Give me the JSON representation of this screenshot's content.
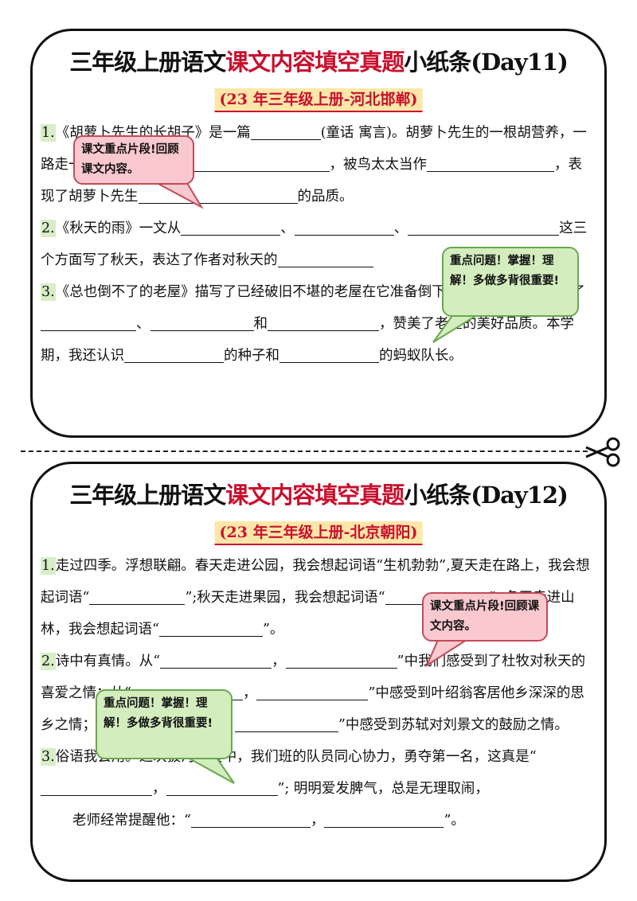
{
  "card1": {
    "title_prefix": "三年级上册语文",
    "title_highlight": "课文内容填空真题",
    "title_suffix": "小纸条(Day11)",
    "source": "(23 年三年级上册-河北邯郸)",
    "q1": {
      "num": "1.",
      "t1": "《胡萝卜先生的长胡子》是一篇",
      "t2": "(童话  寓言)。胡萝卜先生的一根胡",
      "t3": "营养，一路走一路长，被男孩当作",
      "t4": "，被鸟太太当作",
      "t5": "，表现了胡萝卜先生",
      "t6": "的品质。"
    },
    "q2": {
      "num": "2.",
      "t1": "《秋天的雨》一文从",
      "t2": "、",
      "t3": "、",
      "t4": "这三个方面写了秋天，表达了作者对秋天的"
    },
    "q3": {
      "num": "3.",
      "t1": "《总也倒不了的老屋》描写了已经破旧不堪的老屋在它准备倒下的时候，却热心帮助了",
      "t2": "、",
      "t3": "和",
      "t4": "，赞美了老屋的美好品质。本学期，我还认识",
      "t5": "的种子和",
      "t6": "的",
      "t7": "蚂蚁队长。"
    }
  },
  "card2": {
    "title_prefix": "三年级上册语文",
    "title_highlight": "课文内容填空真题",
    "title_suffix": "小纸条(Day12)",
    "source": "(23 年三年级上册-北京朝阳)",
    "q1": {
      "num": "1.",
      "t1": "走过四季。浮想联翩。春天走进公园，我会想起词语“生机勃勃”,夏天走在路上，我会想起词语“",
      "t2": "”;秋天走进果园，我会想起词语“",
      "t3": "”; 冬天走进山林，我会想起词语“",
      "t4": "”。"
    },
    "q2": {
      "num": "2.",
      "t1": "诗中有真情。从“",
      "t2": "，",
      "t3": "”中我们感受到了杜牧对秋天的喜爱之情；从“",
      "t4": "，",
      "t5": "”中感受到叶绍翁客居他乡深深的思乡之情；从“",
      "t6": "，",
      "t7": "”中感受到苏轼对刘景文的鼓励之情。"
    },
    "q3": {
      "num": "3.",
      "t1": "俗语我会用。这次拔河比赛中，我们班的队员同心协力，勇夺第一名，这真是“",
      "t2": "，",
      "t3": "”; 明明爱发脾气，总是无理取闹，",
      "t4": "老师经常提醒他：“",
      "t5": "，",
      "t6": "”。"
    }
  },
  "bubbles": {
    "b1": "课文重点片段!回顾课文内容。",
    "b2": "重点问题！掌握！理解！多做多背很重要!",
    "b3": "课文重点片段!回顾课文内容。",
    "b4": "重点问题！掌握！理解！多做多背很重要!"
  },
  "colors": {
    "title_highlight": "#c8102e",
    "source_bg": "#fde7a8",
    "number_bg": "#d8eec6",
    "bubble_pink": "#f9c9cf",
    "bubble_green": "#d3edbf"
  },
  "icons": {
    "cut": "scissors-icon"
  }
}
